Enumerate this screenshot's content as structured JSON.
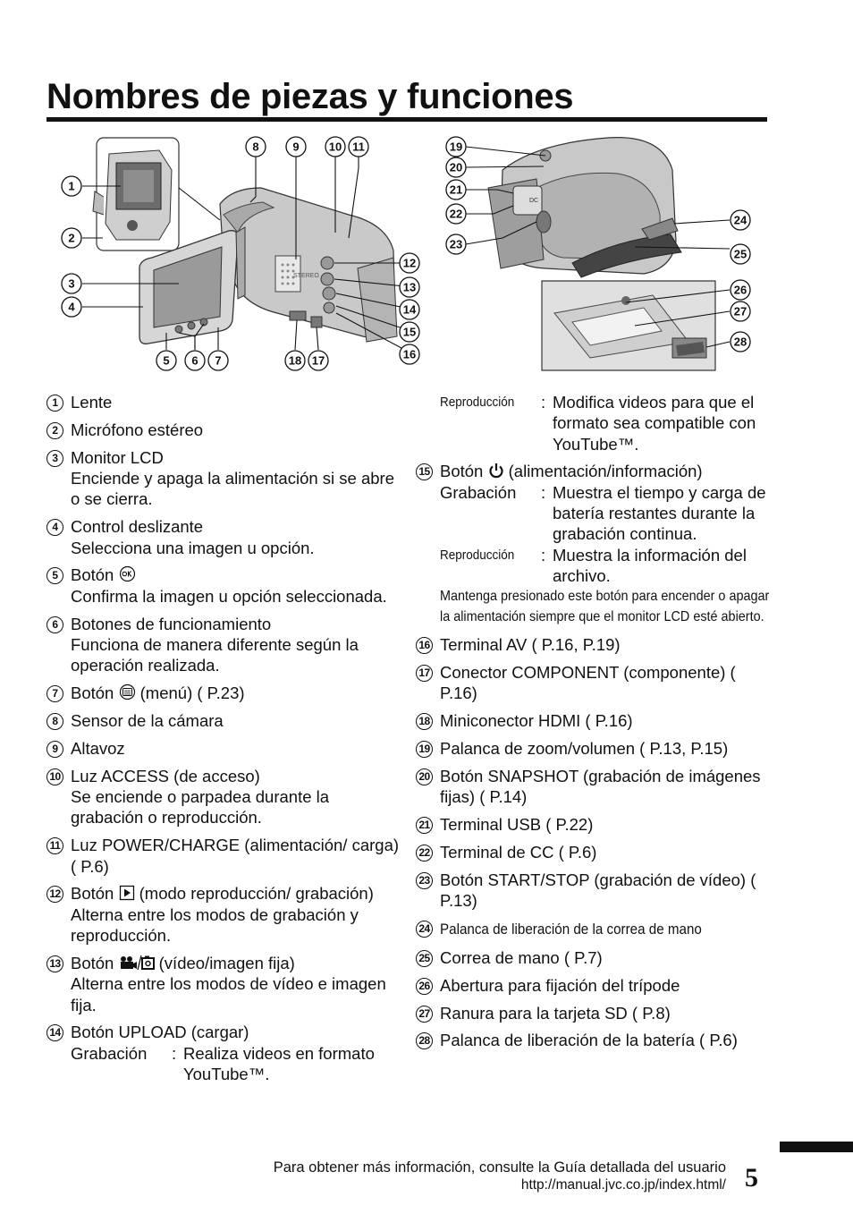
{
  "page": {
    "title": "Nombres de piezas y funciones",
    "page_number": "5",
    "footer_line1": "Para obtener más información, consulte la Guía detallada del usuario",
    "footer_line2": "http://manual.jvc.co.jp/index.html/"
  },
  "figure_left": {
    "callouts": [
      "1",
      "2",
      "3",
      "4",
      "5",
      "6",
      "7",
      "8",
      "9",
      "10",
      "11",
      "12",
      "13",
      "14",
      "15",
      "16",
      "17",
      "18"
    ],
    "mic_label": "STEREO"
  },
  "figure_right": {
    "callouts": [
      "19",
      "20",
      "21",
      "22",
      "23",
      "24",
      "25",
      "26",
      "27",
      "28"
    ],
    "dc_label": "DC"
  },
  "parts": {
    "p1": {
      "num": "1",
      "title": "Lente"
    },
    "p2": {
      "num": "2",
      "title": "Micrófono estéreo"
    },
    "p3": {
      "num": "3",
      "title": "Monitor LCD",
      "desc": "Enciende y apaga la alimentación si se abre o se cierra."
    },
    "p4": {
      "num": "4",
      "title": "Control deslizante",
      "desc": "Selecciona una imagen u opción."
    },
    "p5": {
      "num": "5",
      "title": "Botón",
      "desc": "Confirma la imagen u opción seleccionada."
    },
    "p6": {
      "num": "6",
      "title": "Botones de funcionamiento",
      "desc": "Funciona de manera diferente según la operación realizada."
    },
    "p7": {
      "num": "7",
      "title_pre": "Botón",
      "title_post": "(menú) ( P.23)"
    },
    "p8": {
      "num": "8",
      "title": "Sensor de la cámara"
    },
    "p9": {
      "num": "9",
      "title": "Altavoz"
    },
    "p10": {
      "num": "10",
      "title": "Luz ACCESS (de acceso)",
      "desc": "Se enciende o parpadea durante la grabación o reproducción."
    },
    "p11": {
      "num": "11",
      "title": "Luz POWER/CHARGE (alimentación/ carga) ( P.6)"
    },
    "p12": {
      "num": "12",
      "title_pre": "Botón",
      "title_post": "(modo reproducción/ grabación)",
      "desc": "Alterna entre los modos de grabación y reproducción."
    },
    "p13": {
      "num": "13",
      "title_pre": "Botón",
      "title_post": "(vídeo/imagen fija)",
      "desc": "Alterna entre los modos de vídeo e imagen fija."
    },
    "p14": {
      "num": "14",
      "title": "Botón UPLOAD (cargar)",
      "mode1_label": "Grabación",
      "mode1_text": "Realiza videos en formato YouTube™.",
      "mode2_label": "Reproducción",
      "mode2_text": "Modifica videos para que el formato sea compatible con YouTube™."
    },
    "p15": {
      "num": "15",
      "title_pre": "Botón",
      "title_post": "(alimentación/información)",
      "mode1_label": "Grabación",
      "mode1_text": "Muestra el tiempo y carga de batería restantes durante la grabación continua.",
      "mode2_label": "Reproducción",
      "mode2_text": "Muestra la información del archivo.",
      "note": "Mantenga presionado este botón para encender o apagar la alimentación siempre que el monitor LCD esté abierto."
    },
    "p16": {
      "num": "16",
      "title": "Terminal AV ( P.16, P.19)"
    },
    "p17": {
      "num": "17",
      "title": "Conector COMPONENT (componente) ( P.16)"
    },
    "p18": {
      "num": "18",
      "title": "Miniconector HDMI ( P.16)"
    },
    "p19": {
      "num": "19",
      "title": "Palanca de zoom/volumen ( P.13, P.15)"
    },
    "p20": {
      "num": "20",
      "title": "Botón SNAPSHOT (grabación de imágenes fijas) ( P.14)"
    },
    "p21": {
      "num": "21",
      "title": "Terminal USB ( P.22)"
    },
    "p22": {
      "num": "22",
      "title": "Terminal de CC ( P.6)"
    },
    "p23": {
      "num": "23",
      "title": "Botón START/STOP (grabación de vídeo) ( P.13)"
    },
    "p24": {
      "num": "24",
      "title": "Palanca de liberación de la correa de mano"
    },
    "p25": {
      "num": "25",
      "title": "Correa de mano ( P.7)"
    },
    "p26": {
      "num": "26",
      "title": "Abertura para fijación del trípode"
    },
    "p27": {
      "num": "27",
      "title": "Ranura para la tarjeta SD ( P.8)"
    },
    "p28": {
      "num": "28",
      "title": "Palanca de liberación de la batería ( P.6)"
    }
  }
}
